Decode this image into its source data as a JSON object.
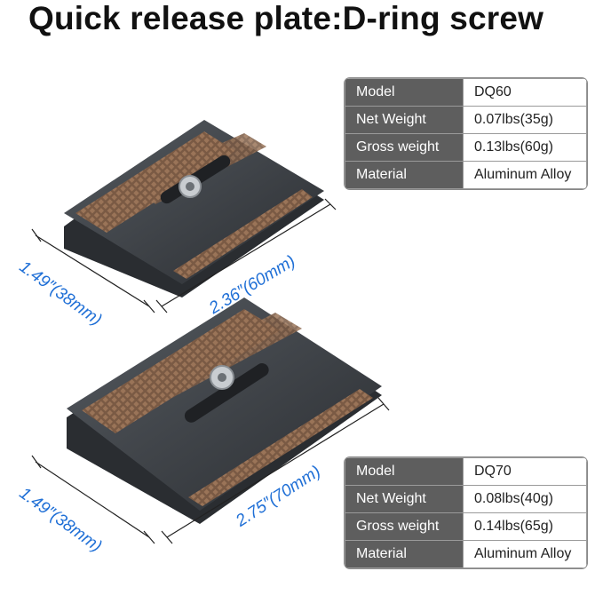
{
  "title": "Quick release plate:D-ring screw",
  "products": [
    {
      "specs": [
        {
          "key": "Model",
          "value": "DQ60"
        },
        {
          "key": "Net Weight",
          "value": "0.07lbs(35g)"
        },
        {
          "key": "Gross weight",
          "value": "0.13lbs(60g)"
        },
        {
          "key": "Material",
          "value": "Aluminum Alloy"
        }
      ],
      "width_label": "1.49″(38mm)",
      "length_label": "2.36″(60mm)"
    },
    {
      "specs": [
        {
          "key": "Model",
          "value": "DQ70"
        },
        {
          "key": "Net Weight",
          "value": "0.08lbs(40g)"
        },
        {
          "key": "Gross weight",
          "value": "0.14lbs(65g)"
        },
        {
          "key": "Material",
          "value": "Aluminum Alloy"
        }
      ],
      "width_label": "1.49″(38mm)",
      "length_label": "2.75″(70mm)"
    }
  ],
  "colors": {
    "dimension": "#1f6fd6",
    "plate_metal": "#3a3d41",
    "grip_pad": "#7a5a44",
    "table_key_bg": "#5e5e5e"
  }
}
